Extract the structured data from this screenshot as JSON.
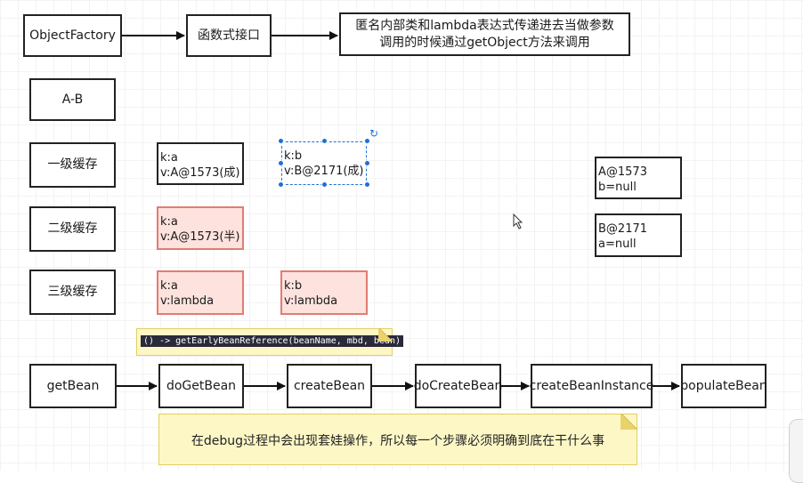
{
  "top_row": {
    "object_factory": "ObjectFactory",
    "functional_interface": "函数式接口",
    "description_line1": "匿名内部类和lambda表达式传递进去当做参数",
    "description_line2": "调用的时候通过getObject方法来调用"
  },
  "ab_label": "A-B",
  "cache_levels": {
    "level1": "一级缓存",
    "level2": "二级缓存",
    "level3": "三级缓存"
  },
  "level1_entries": [
    {
      "k": "k:a",
      "v": "v:A@1573(成)"
    },
    {
      "k": "k:b",
      "v": "v:B@2171(成)"
    }
  ],
  "level2_entries": [
    {
      "k": "k:a",
      "v": "v:A@1573(半)"
    }
  ],
  "level3_entries": [
    {
      "k": "k:a",
      "v": "v:lambda"
    },
    {
      "k": "k:b",
      "v": "v:lambda"
    }
  ],
  "objects": [
    {
      "id": "A@1573",
      "field": "b=null"
    },
    {
      "id": "B@2171",
      "field": "a=null"
    }
  ],
  "code_note": "() -> getEarlyBeanReference(beanName, mbd, bean)",
  "call_chain": [
    "getBean",
    "doGetBean",
    "createBean",
    "doCreateBean",
    "createBeanInstance",
    "populateBean"
  ],
  "tip": "在debug过程中会出现套娃操作，所以每一个步骤必须明确到底在干什么事",
  "icons": {
    "rotate": "rotate-handle-icon",
    "cursor": "mouse-cursor-icon"
  },
  "colors": {
    "pink_fill": "#fde2de",
    "pink_border": "#e07d72",
    "note_fill": "#fdf7c6",
    "selection": "#1e6fd9"
  }
}
